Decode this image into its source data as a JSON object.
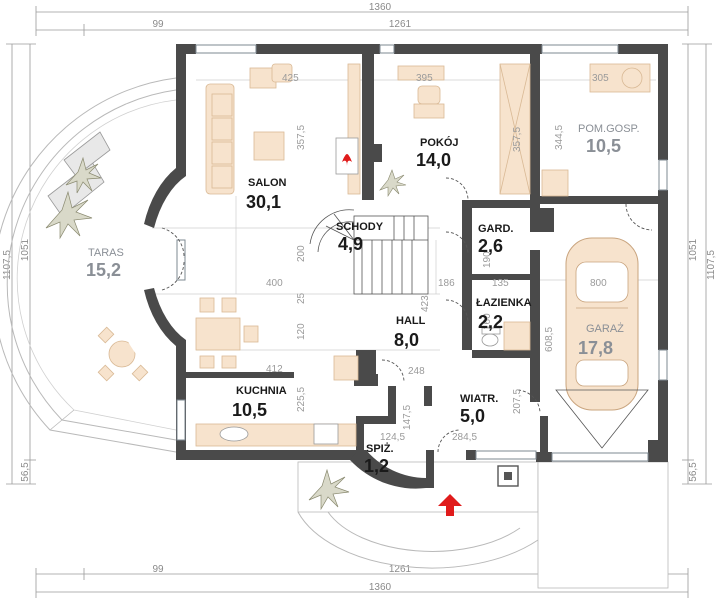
{
  "dimensions": {
    "top_total": "1360",
    "top_left": "99",
    "top_main": "1261",
    "bottom_left": "99",
    "bottom_main": "1261",
    "bottom_total": "1360",
    "left_outer": "1107,5",
    "left_inner": "1051",
    "left_bottom": "56,5",
    "right_outer": "1107,5",
    "right_inner": "1051",
    "right_bottom": "56,5"
  },
  "interior_dimensions": {
    "salon_width_top": "425",
    "pokoj_width_top": "395",
    "pomgosp_width_top": "305",
    "salon_depth": "357,5",
    "pokoj_depth": "357,5",
    "pomgosp_depth": "344,5",
    "schody_depth": "200",
    "salon_width_mid": "400",
    "hall_width": "186",
    "lazienka_width": "135",
    "garaz_width": "800",
    "hall_depth": "423",
    "schody_lower": "120",
    "schody_mid": "25",
    "gard_depth": "190",
    "lazienka_depth": "160",
    "kuchnia_width": "412",
    "hall_lower_width": "248",
    "kuchnia_depth": "225,5",
    "spiz_depth": "147,5",
    "spiz_width": "124,5",
    "wiatr_width": "284,5",
    "wiatr_depth": "207,5",
    "garaz_depth": "608,5"
  },
  "rooms": {
    "salon": {
      "name": "SALON",
      "area": "30,1"
    },
    "pokoj": {
      "name": "POKÓJ",
      "area": "14,0"
    },
    "pom_gosp": {
      "name": "POM.GOSP.",
      "area": "10,5"
    },
    "schody": {
      "name": "SCHODY",
      "area": "4,9"
    },
    "gard": {
      "name": "GARD.",
      "area": "2,6"
    },
    "taras": {
      "name": "TARAS",
      "area": "15,2"
    },
    "lazienka": {
      "name": "ŁAZIENKA",
      "area": "2,2"
    },
    "hall": {
      "name": "HALL",
      "area": "8,0"
    },
    "garaz": {
      "name": "GARAŻ",
      "area": "17,8"
    },
    "kuchnia": {
      "name": "KUCHNIA",
      "area": "10,5"
    },
    "wiatr": {
      "name": "WIATR.",
      "area": "5,0"
    },
    "spiz": {
      "name": "SPIŻ.",
      "area": "1,2"
    }
  },
  "colors": {
    "wall": "#4a4a4a",
    "furniture": "#f7e3cd",
    "entrance_arrow": "#e01b1b",
    "dimension": "#8a8a8a"
  },
  "icons": [
    "entrance-arrow-icon",
    "car-icon",
    "fireplace-icon",
    "plant-icon"
  ]
}
